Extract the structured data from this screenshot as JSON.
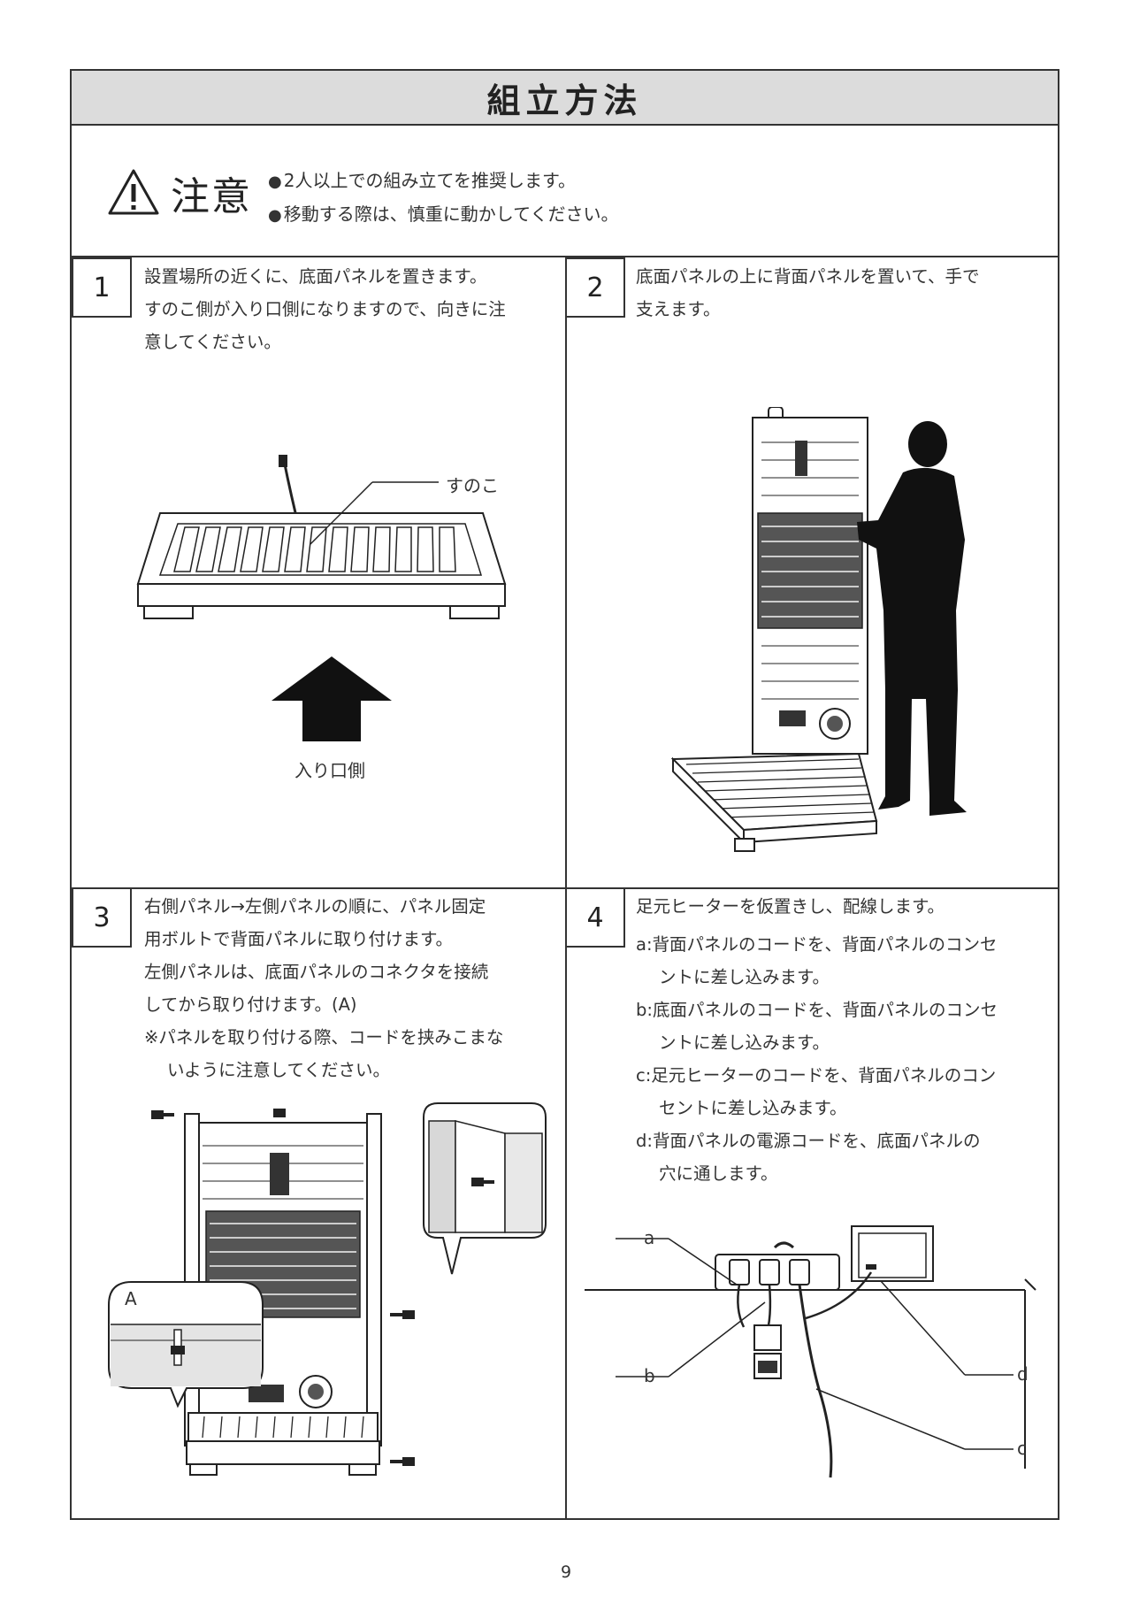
{
  "title": "組立方法",
  "caution": {
    "label": "注意",
    "items": [
      "2人以上での組み立てを推奨します。",
      "移動する際は、慎重に動かしてください。"
    ]
  },
  "steps": [
    {
      "number": "1",
      "lines": [
        "設置場所の近くに、底面パネルを置きます。",
        "すのこ側が入り口側になりますので、向きに注",
        "意してください。"
      ],
      "labels": {
        "sunoko": "すのこ",
        "entrance": "入り口側"
      }
    },
    {
      "number": "2",
      "lines": [
        "底面パネルの上に背面パネルを置いて、手で",
        "支えます。"
      ]
    },
    {
      "number": "3",
      "lines": [
        "右側パネル→左側パネルの順に、パネル固定",
        "用ボルトで背面パネルに取り付けます。",
        "左側パネルは、底面パネルのコネクタを接続",
        "してから取り付けます。(A)",
        "※パネルを取り付ける際、コードを挟みこまな",
        "いように注意してください。"
      ],
      "labels": {
        "a": "A"
      }
    },
    {
      "number": "4",
      "lines": [
        "足元ヒーターを仮置きし、配線します。",
        "a:背面パネルのコードを、背面パネルのコンセ",
        "ントに差し込みます。",
        "b:底面パネルのコードを、背面パネルのコンセ",
        "ントに差し込みます。",
        "c:足元ヒーターのコードを、背面パネルのコン",
        "セントに差し込みます。",
        "d:背面パネルの電源コードを、底面パネルの",
        "穴に通します。"
      ],
      "labels": {
        "a": "a",
        "b": "b",
        "c": "c",
        "d": "d"
      }
    }
  ],
  "page_number": "9"
}
